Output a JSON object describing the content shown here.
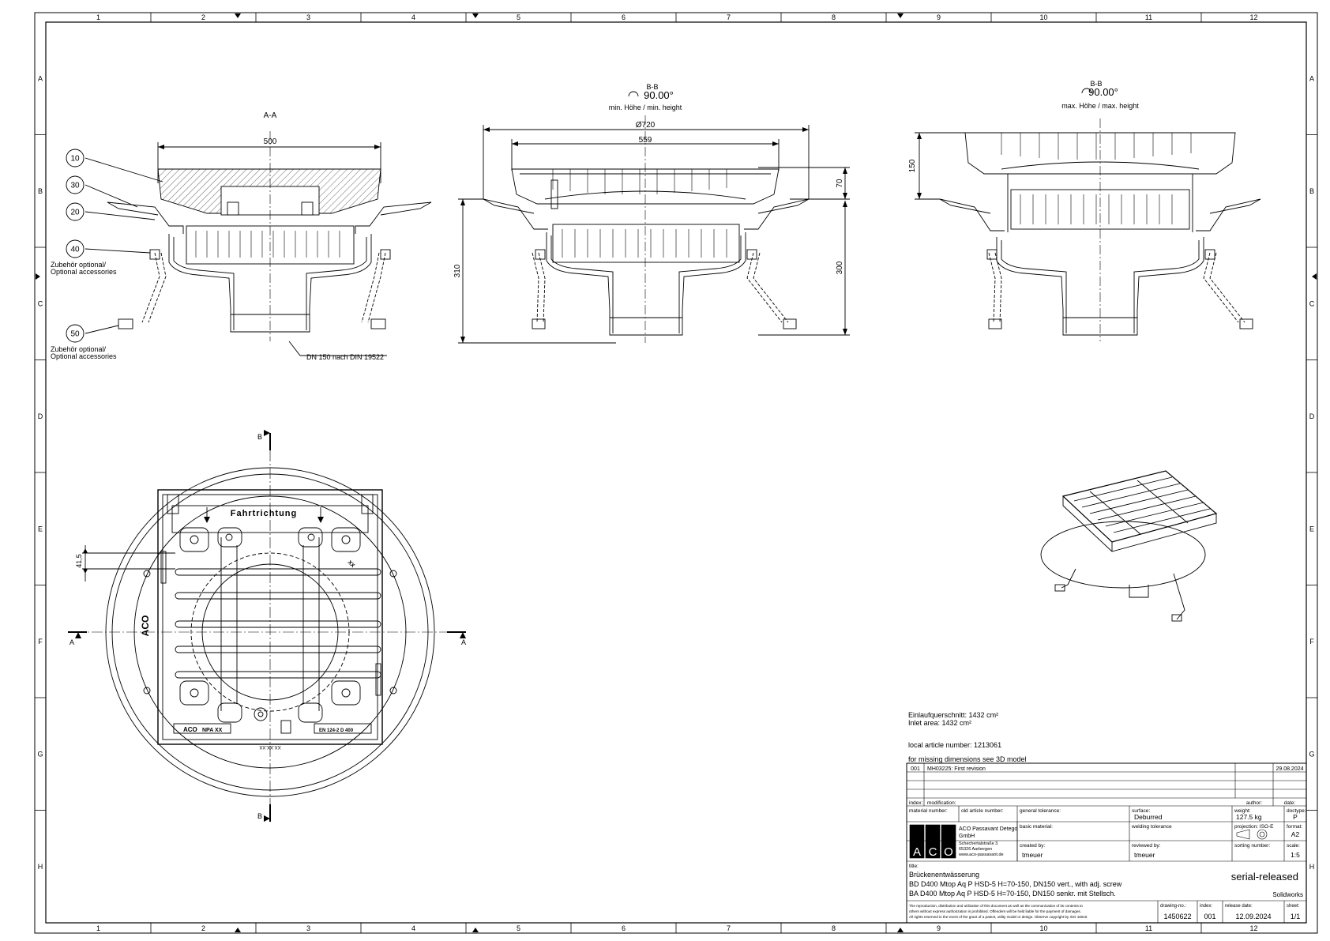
{
  "frame": {
    "columns": [
      "1",
      "2",
      "3",
      "4",
      "5",
      "6",
      "7",
      "8",
      "9",
      "10",
      "11",
      "12"
    ],
    "rows": [
      "A",
      "B",
      "C",
      "D",
      "E",
      "F",
      "G",
      "H"
    ]
  },
  "section_aa": {
    "title": "A-A",
    "dim_width": "500",
    "balloons": [
      "10",
      "30",
      "20",
      "40",
      "50"
    ],
    "note_40": [
      "Zubehör optional/",
      "Optional accessories"
    ],
    "note_50": [
      "Zubehör optional/",
      "Optional accessories"
    ],
    "pipe_label": "DN 150 nach DIN 19522"
  },
  "section_bb_min": {
    "title": "B-B",
    "angle": "90.00°",
    "caption": "min. Höhe / min. height",
    "dim_dia": "Ø720",
    "dim_width": "559",
    "dim_left_height": "310",
    "dim_top": "70",
    "dim_right_height": "300"
  },
  "section_bb_max": {
    "title": "B-B",
    "angle": "90.00°",
    "caption": "max. Höhe / max. height",
    "dim_height": "150"
  },
  "plan_view": {
    "cut_a": "A",
    "cut_b": "B",
    "dim_pitch": "41,5",
    "direction_label": "Fahrtrichtung",
    "brand": "ACO",
    "badge_left": "ACO",
    "badge_left2": "NPA XX",
    "badge_right": "EN 124-2 D 400",
    "xx_mark": "XX",
    "bottom_mark": "XX.XX.XX"
  },
  "notes": {
    "inlet_de": "Einlaufquerschnitt: 1432 cm²",
    "inlet_en": "Inlet area: 1432 cm²",
    "local_article": "local article number: 1213061",
    "missing_dims": "for missing dimensions see 3D model"
  },
  "title_block": {
    "revision_index": "001",
    "revision_text": "MH03225: First revision",
    "revision_date": "29.08.2024",
    "h_index": "index:",
    "h_modification": "modification:",
    "h_author": "author:",
    "h_date": "date:",
    "h_material_number": "material number:",
    "h_old_article": "old article number:",
    "h_general_tolerance": "general tolerance:",
    "h_surface": "surface:",
    "surface": "Deburred",
    "h_weight": "weight:",
    "weight": "127.5 kg",
    "h_doctype": "doctype:",
    "doctype": "P",
    "h_basic_material": "basic material:",
    "h_welding_tolerance": "welding tolerance",
    "h_projection": "projection: ISO-E",
    "h_format": "format:",
    "format": "A2",
    "company": [
      "ACO Passavant Detego",
      "GmbH",
      "Schechertalstraße 3",
      "65326 Aarbergen",
      "www.aco-passavant.de"
    ],
    "h_created_by": "created by:",
    "created_by": "tmeuer",
    "h_reviewed_by": "reviewed by:",
    "reviewed_by": "tmeuer",
    "h_sorting_number": "sorting number:",
    "h_scale": "scale:",
    "scale": "1:5",
    "h_title": "title:",
    "title1": "Brückenentwässerung",
    "title2": "BD D400 Mtop Aq P HSD-5 H=70-150, DN150 vert., with adj. screw",
    "title3": "BA D400 Mtop Aq P HSD-5 H=70-150, DN150 senkr. mit Stellsch.",
    "status": "serial-released",
    "software": "Solidworks",
    "legal": [
      "The reproduction, distribution and utilization of this document as well as the communication of its contents to",
      "others without express authorization is prohibited. Offenders will be held liable for the payment of damages.",
      "All rights reserved in the event of the grant of a patent, utility model or design. Observe copyright by ISO 16016"
    ],
    "h_drawing_no": "drawing-no.:",
    "drawing_no": "1450622",
    "h_index2": "index:",
    "index": "001",
    "h_release_date": "release date:",
    "release_date": "12.09.2024",
    "h_sheet": "sheet:",
    "sheet": "1/1",
    "logo_letters": [
      "A",
      "C",
      "O"
    ]
  }
}
